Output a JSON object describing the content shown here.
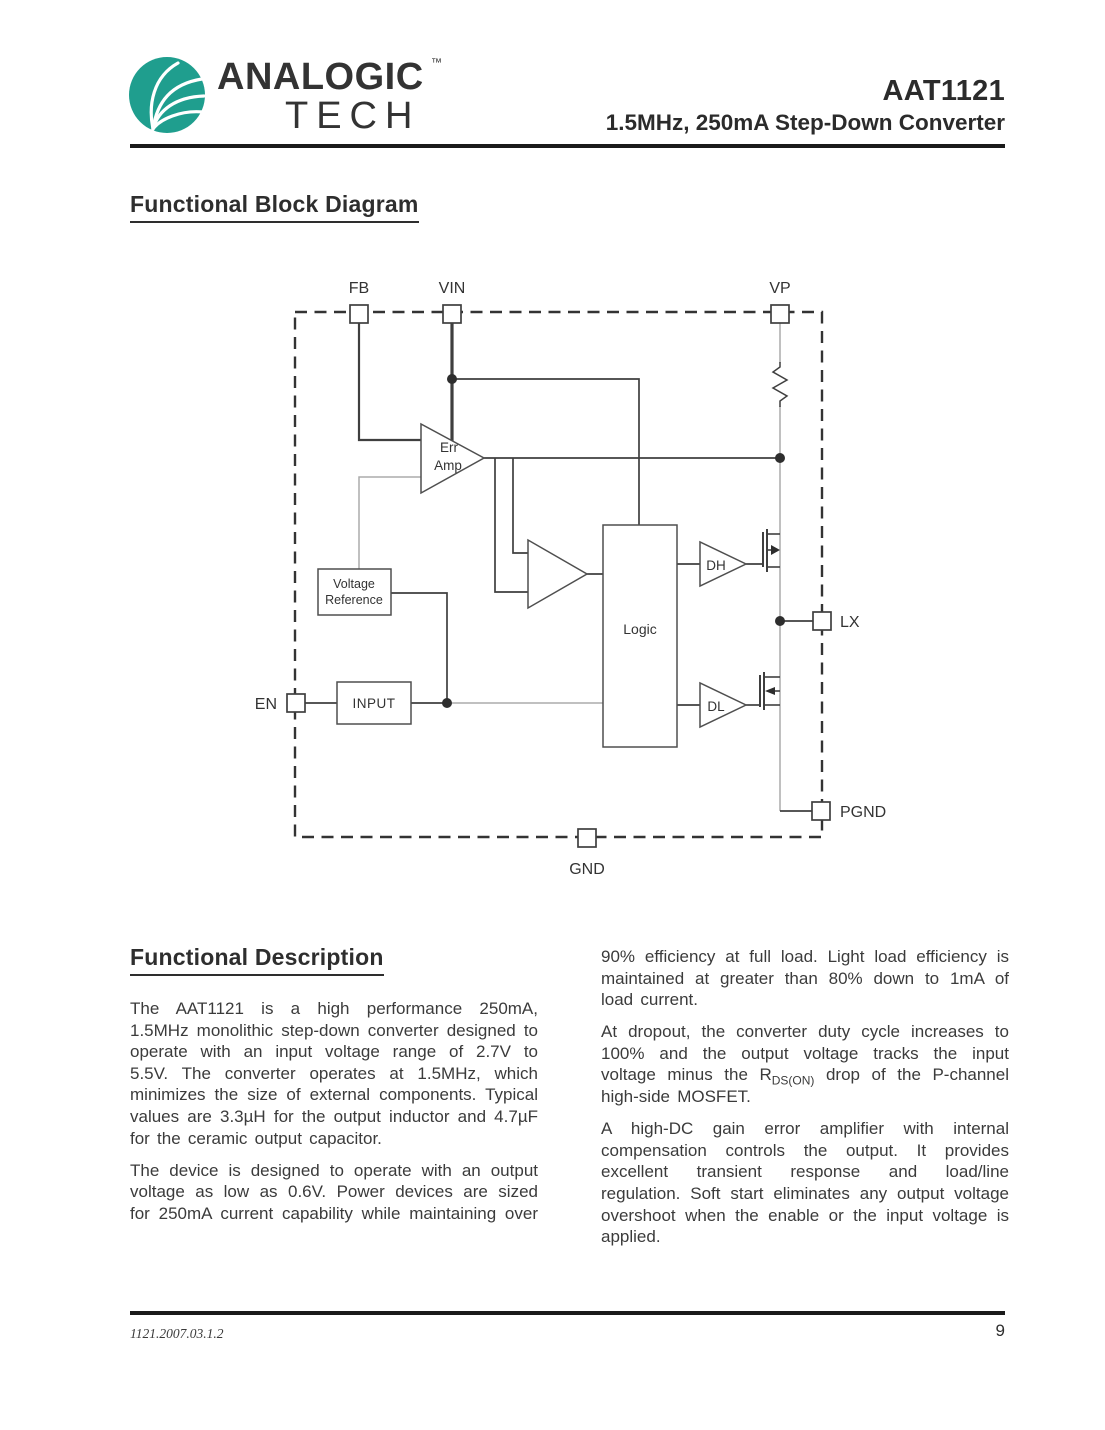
{
  "header": {
    "logo": {
      "line1": "ANALOGIC",
      "line2": "TECH",
      "tm": "™"
    },
    "part_number": "AAT1121",
    "subtitle": "1.5MHz, 250mA Step-Down Converter"
  },
  "sections": {
    "block_diagram_title": "Functional Block Diagram",
    "description_title": "Functional Description"
  },
  "diagram": {
    "pins": {
      "fb": "FB",
      "vin": "VIN",
      "vp": "VP",
      "en": "EN",
      "lx": "LX",
      "pgnd": "PGND",
      "gnd": "GND"
    },
    "blocks": {
      "err_amp_l1": "Err",
      "err_amp_l2": "Amp",
      "vref_l1": "Voltage",
      "vref_l2": "Reference",
      "input": "INPUT",
      "logic": "Logic",
      "dh": "DH",
      "dl": "DL"
    }
  },
  "description": {
    "left": {
      "p1": "The AAT1121 is a high performance 250mA, 1.5MHz monolithic step-down converter designed to operate with an input voltage range of 2.7V to 5.5V.  The converter operates at 1.5MHz, which minimizes the size of external components.  Typical values are 3.3µH for  the output inductor and 4.7µF for the ceramic output capacitor.",
      "p2": "The device is designed to operate with an output voltage as low as 0.6V. Power devices are sized for 250mA current capability while maintaining over"
    },
    "right": {
      "p1": "90% efficiency at full load. Light load efficiency is maintained at greater than 80% down to 1mA of load current.",
      "p2_pre": "At dropout, the converter duty cycle increases to 100% and the output voltage tracks the input voltage minus the R",
      "p2_sub": "DS(ON)",
      "p2_post": " drop of the P-channel high-side MOSFET.",
      "p3": "A high-DC gain error amplifier with internal compensation controls the output.  It provides excellent transient response and load/line regulation.  Soft start eliminates any output voltage overshoot when the enable or the input voltage is applied."
    }
  },
  "footer": {
    "doc_id": "1121.2007.03.1.2",
    "page_number": "9"
  },
  "colors": {
    "logo_teal": "#1f9e8e",
    "rule_black": "#1a1a1a",
    "text_dark": "#3a3a3a",
    "wire_gray": "#ababab",
    "wire_dark": "#3f3f3f"
  }
}
